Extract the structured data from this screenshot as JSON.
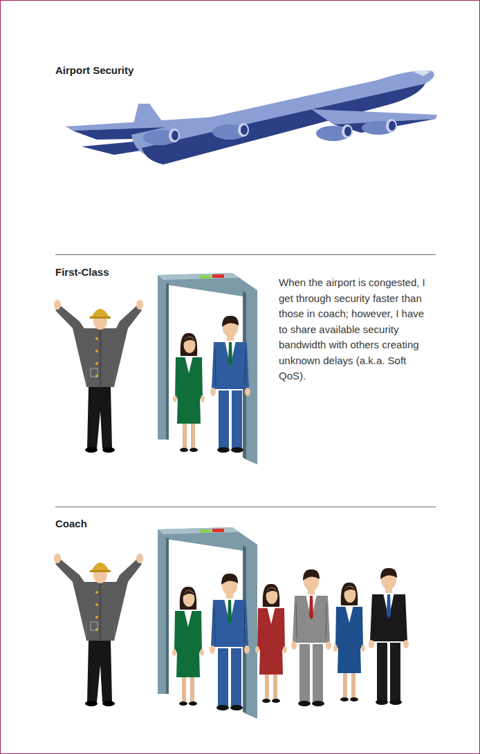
{
  "diagram": {
    "title": "Airport Security",
    "labels": [
      "First-Class",
      "When the airport is congested, I get through security faster than those in coach; however, I have to share available security bandwidth with others creating unknown delays (a.k.a. Soft QoS).",
      "Coach"
    ]
  }
}
